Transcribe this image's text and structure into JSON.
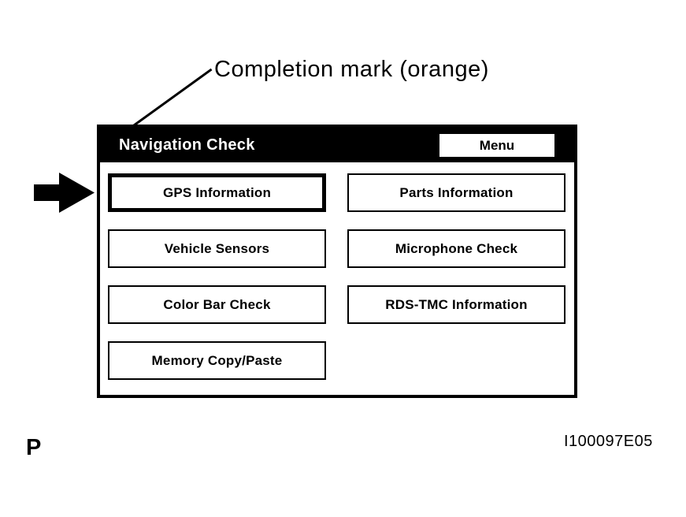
{
  "figure": {
    "caption": "Completion mark (orange)",
    "page_marker": "P",
    "figure_id": "I100097E05"
  },
  "screen": {
    "title": "Navigation Check",
    "menu_button_label": "Menu",
    "buttons": [
      {
        "label": "GPS Information",
        "selected": true
      },
      {
        "label": "Parts Information",
        "selected": false
      },
      {
        "label": "Vehicle Sensors",
        "selected": false
      },
      {
        "label": "Microphone Check",
        "selected": false
      },
      {
        "label": "Color Bar Check",
        "selected": false
      },
      {
        "label": "RDS-TMC Information",
        "selected": false
      },
      {
        "label": "Memory Copy/Paste",
        "selected": false
      }
    ]
  },
  "icons": {
    "selection_arrow": "right-arrow-icon"
  },
  "colors": {
    "foreground": "#000000",
    "background": "#ffffff",
    "header_bg": "#000000",
    "header_text": "#ffffff"
  }
}
